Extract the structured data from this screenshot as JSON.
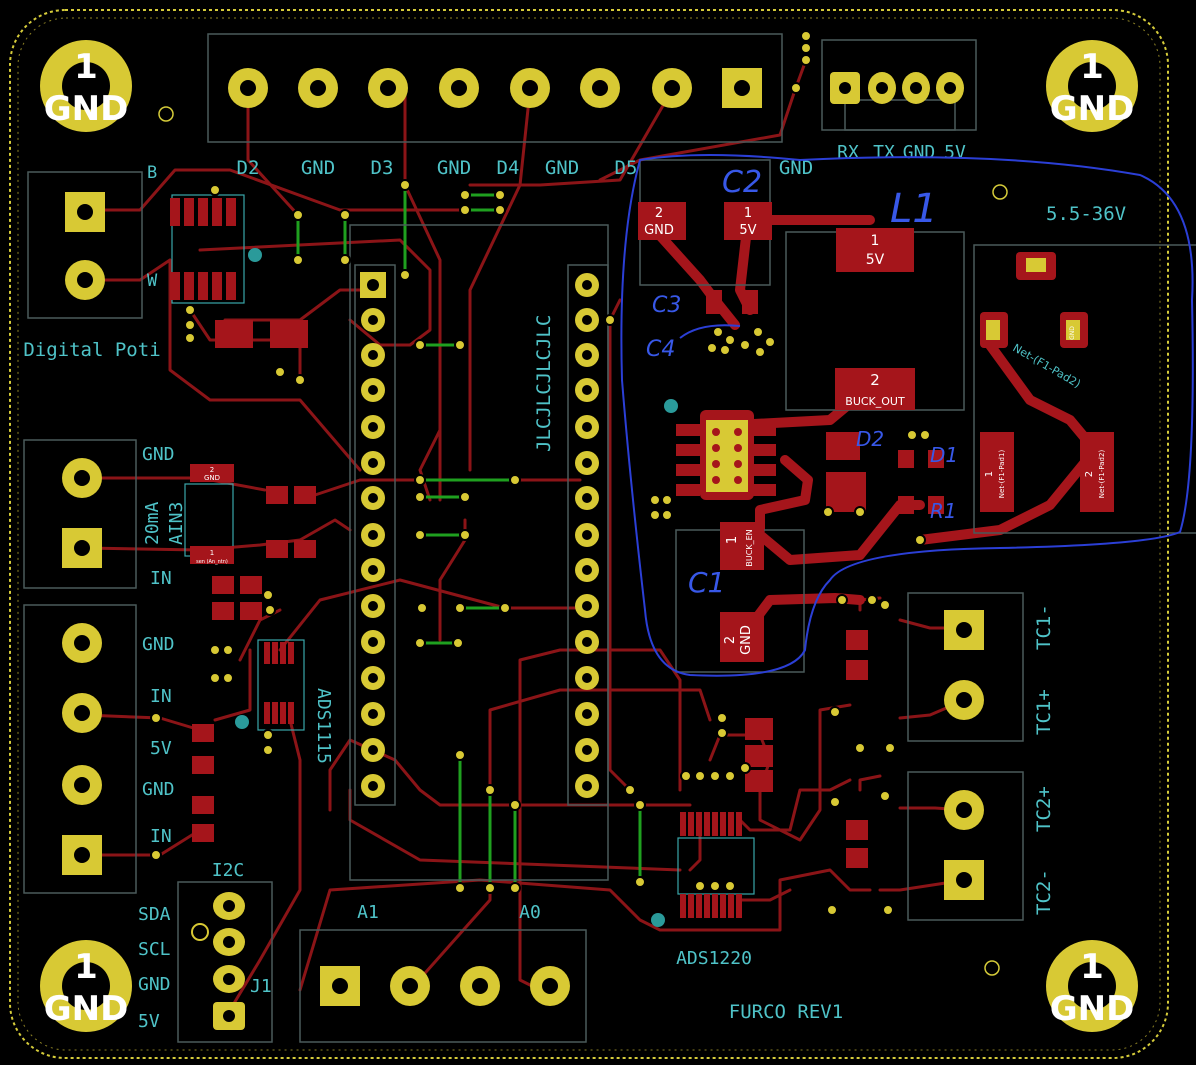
{
  "colors": {
    "background": "#000000",
    "board_edge": "#d6cc3a",
    "silkscreen": "#4fc3c8",
    "copper_trace": "#8b1417",
    "pad_smd": "#a5151b",
    "pad_tht": "#d8c934",
    "via_trace_green": "#1fa01f",
    "annotation_ink": "#2b3fd6"
  },
  "mounting_holes": [
    {
      "num": "1",
      "net": "GND"
    },
    {
      "num": "1",
      "net": "GND"
    },
    {
      "num": "1",
      "net": "GND"
    },
    {
      "num": "1",
      "net": "GND"
    }
  ],
  "connectors": {
    "top_header": [
      "D2",
      "GND",
      "D3",
      "GND",
      "D4",
      "GND",
      "D5",
      "GND"
    ],
    "serial": [
      "RX",
      "TX",
      "GND",
      "5V"
    ],
    "digital_poti": {
      "title": "Digital Poti",
      "pins": [
        "B",
        "W"
      ]
    },
    "ain3": {
      "title": "AIN3",
      "subtitle": "20mA",
      "pins": [
        "GND",
        "IN"
      ]
    },
    "left_lower": [
      "GND",
      "IN",
      "5V",
      "GND",
      "IN"
    ],
    "i2c": {
      "title": "I2C",
      "ref": "J1",
      "pins": [
        "SDA",
        "SCL",
        "GND",
        "5V"
      ]
    },
    "bottom": [
      "A1",
      "A0"
    ],
    "tc": [
      "TC1-",
      "TC1+",
      "TC2+",
      "TC2-"
    ],
    "power_in": "5.5-36V"
  },
  "module_label": "JLCJLCJLCJLC",
  "ics": [
    "ADS1115",
    "ADS1220"
  ],
  "board_title": "FURCO REV1",
  "pads": {
    "c2_1": {
      "num": "1",
      "net": "5V"
    },
    "c2_2": {
      "num": "2",
      "net": "GND"
    },
    "l1_1": {
      "num": "1",
      "net": "5V"
    },
    "l1_2": {
      "num": "2",
      "net": "BUCK_OUT"
    },
    "c1_1": {
      "num": "1",
      "net": "BUCK_EN"
    },
    "c1_2": {
      "num": "2",
      "net": "GND"
    },
    "f1_1": {
      "num": "1",
      "net": "Net-(F1-Pad1)"
    },
    "f1_2": {
      "num": "2",
      "net": "Net-(F1-Pad2)"
    },
    "ain3_top": {
      "num": "2",
      "net": "GND"
    },
    "ain3_bot": {
      "num": "1",
      "net": "sen (An_ntn)"
    },
    "ic_u1": {
      "net": "GND"
    }
  },
  "net_label_diagonal": "Net-(F1-Pad2)",
  "annotations": [
    "C2",
    "L1",
    "C3",
    "C4",
    "D2",
    "D1",
    "C1",
    "R1"
  ]
}
